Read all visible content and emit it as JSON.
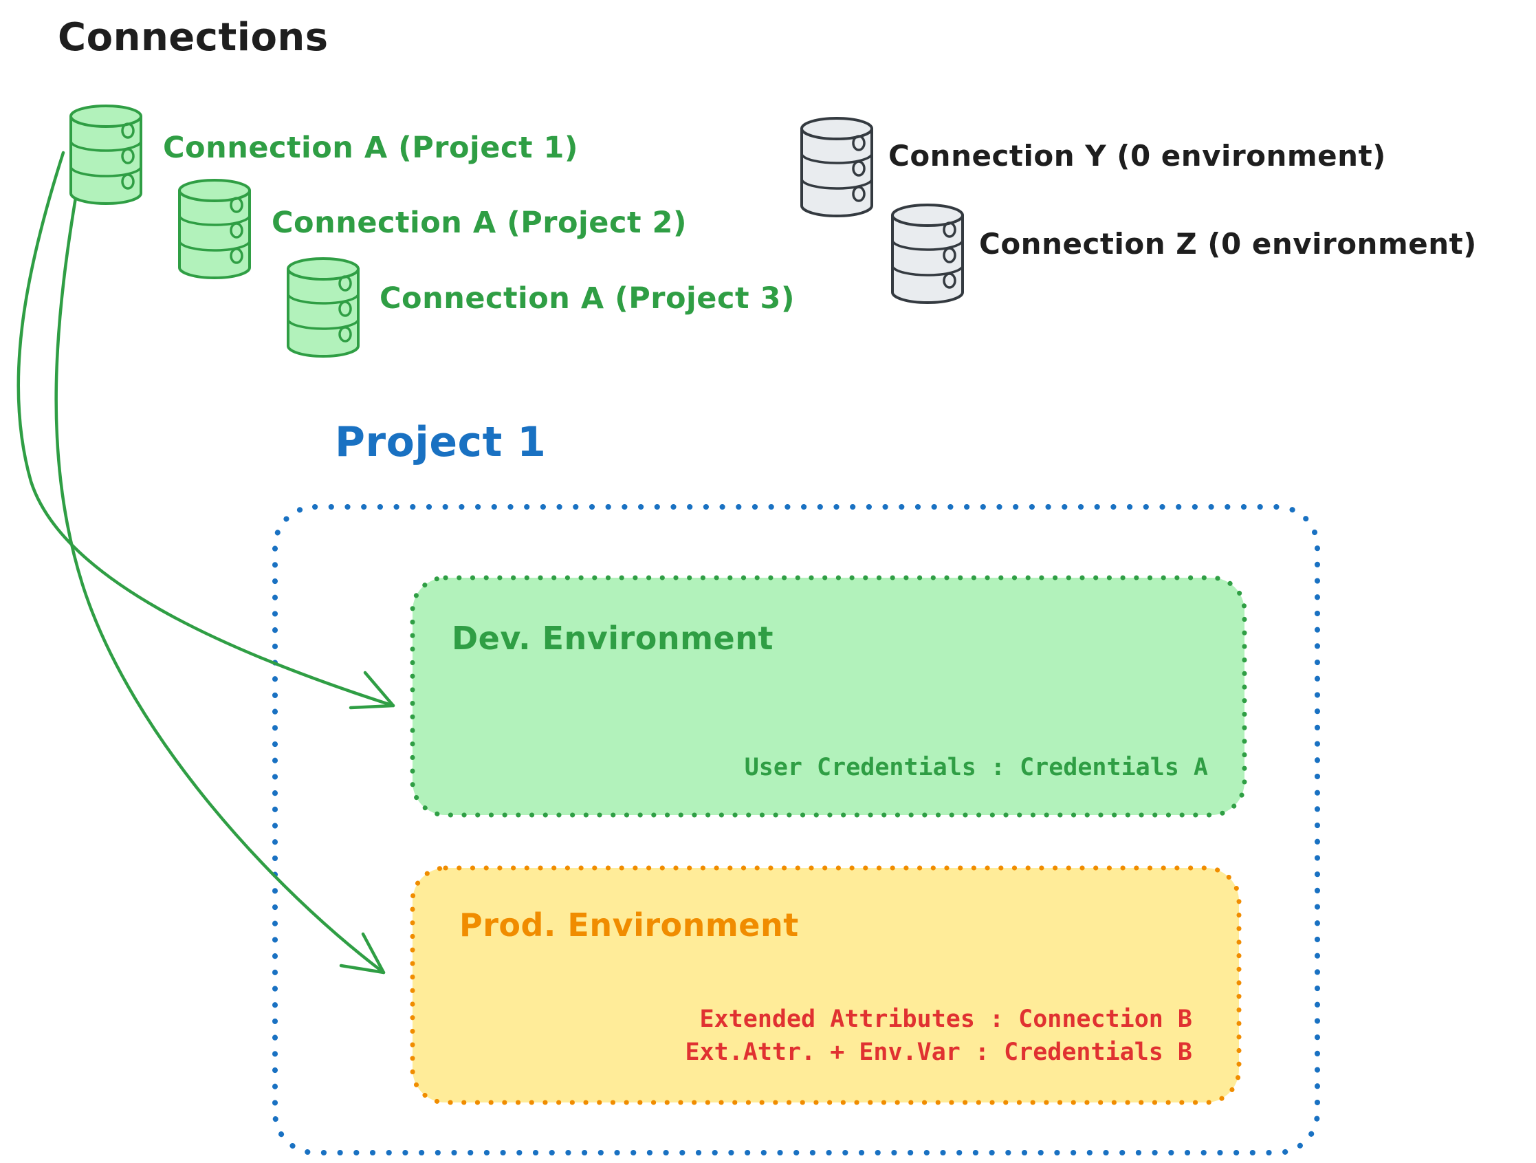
{
  "heading": "Connections",
  "palette": {
    "green_stroke": "#2f9e44",
    "green_fill": "#b2f2bb",
    "gray_stroke": "#343a40",
    "gray_fill": "#e9ecef",
    "blue": "#1971c2",
    "orange": "#f08c00",
    "yellow_fill": "#ffec99",
    "red": "#e03131",
    "ink": "#1e1e1e"
  },
  "connections": {
    "project_a": [
      "Connection A (Project 1)",
      "Connection A (Project 2)",
      "Connection A (Project 3)"
    ],
    "unassigned": [
      "Connection Y (0 environment)",
      "Connection Z (0 environment)"
    ]
  },
  "project": {
    "title": "Project 1",
    "dev": {
      "name": "Dev. Environment",
      "credentials": "User Credentials : Credentials A"
    },
    "prod": {
      "name": "Prod. Environment",
      "lines": [
        "Extended Attributes : Connection B",
        "Ext.Attr. + Env.Var : Credentials B"
      ]
    }
  }
}
